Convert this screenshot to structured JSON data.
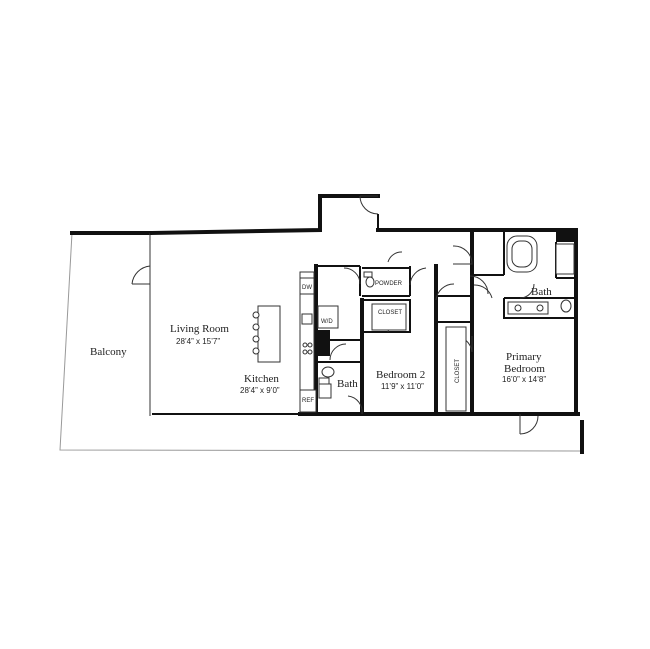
{
  "rooms": {
    "balcony": {
      "name": "Balcony"
    },
    "living_room": {
      "name": "Living Room",
      "dims": "28’4” x 15’7”"
    },
    "kitchen": {
      "name": "Kitchen",
      "dims": "28’4” x 9’0”"
    },
    "bedroom_2": {
      "name": "Bedroom 2",
      "dims": "11’9” x 11’0”"
    },
    "primary_bedroom": {
      "name_line1": "Primary",
      "name_line2": "Bedroom",
      "dims": "16’0” x 14’8”"
    },
    "bath_hall": {
      "name": "Bath"
    },
    "bath_primary": {
      "name": "Bath"
    }
  },
  "tags": {
    "dw": "DW",
    "wd": "W/D",
    "ref": "REF",
    "powder": "POWDER",
    "closet_hall": "CLOSET",
    "closet_primary": "CLOSET"
  }
}
